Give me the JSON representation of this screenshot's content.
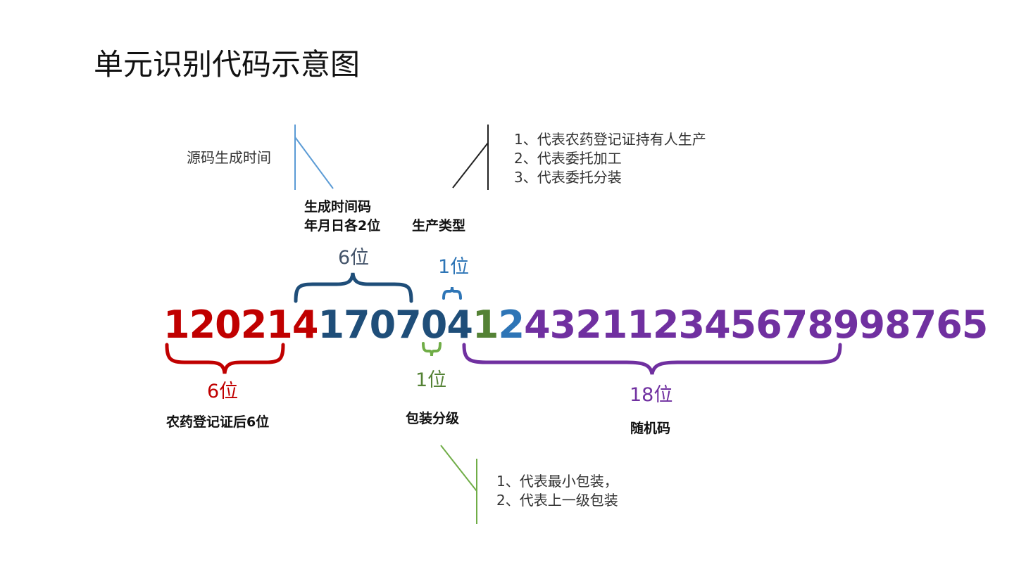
{
  "title": "单元识别代码示意图",
  "colors": {
    "red": "#c00000",
    "navy": "#1f4e79",
    "green": "#548235",
    "blue": "#2e75b6",
    "purple": "#7030a0",
    "lightblue": "#5b9bd5",
    "lightgreen": "#70ad47",
    "black": "#222222"
  },
  "code": {
    "registration": "120214",
    "time": "170704",
    "packaging": "1",
    "production": "2",
    "random": "432112345678998765"
  },
  "segments": {
    "registration": {
      "count": "6位",
      "label": "农药登记证后6位"
    },
    "time": {
      "count": "6位",
      "label_line1": "生成时间码",
      "label_line2": "年月日各2位"
    },
    "production": {
      "count": "1位",
      "label": "生产类型"
    },
    "packaging": {
      "count": "1位",
      "label": "包装分级"
    },
    "random": {
      "count": "18位",
      "label": "随机码"
    }
  },
  "annotations": {
    "source_time": "源码生成时间",
    "production_notes": [
      "1、代表农药登记证持有人生产",
      "2、代表委托加工",
      "3、代表委托分装"
    ],
    "packaging_notes": [
      "1、代表最小包装，",
      "2、代表上一级包装"
    ]
  }
}
